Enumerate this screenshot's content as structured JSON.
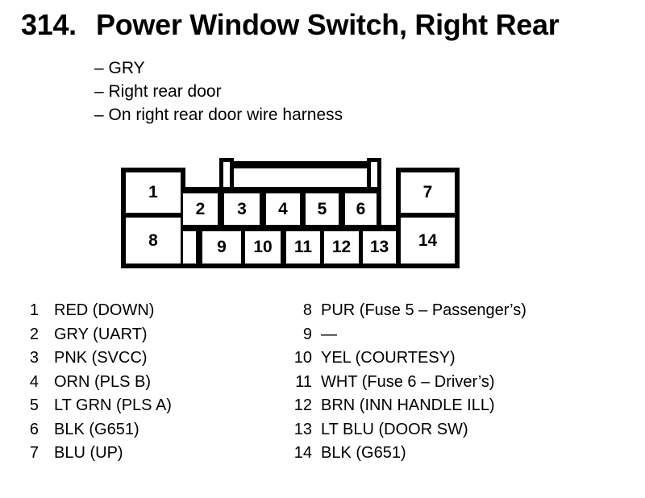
{
  "colors": {
    "ink": "#000000",
    "paper": "#ffffff"
  },
  "header": {
    "number": "314.",
    "title": "Power Window Switch, Right Rear"
  },
  "notes": [
    "– GRY",
    "– Right rear door",
    "– On right rear door wire harness"
  ],
  "connector": {
    "pins": {
      "p1": "1",
      "p2": "2",
      "p3": "3",
      "p4": "4",
      "p5": "5",
      "p6": "6",
      "p7": "7",
      "p8": "8",
      "p9": "9",
      "p10": "10",
      "p11": "11",
      "p12": "12",
      "p13": "13",
      "p14": "14"
    }
  },
  "legend": {
    "left": [
      {
        "num": "1",
        "label": "RED (DOWN)"
      },
      {
        "num": "2",
        "label": "GRY (UART)"
      },
      {
        "num": "3",
        "label": "PNK (SVCC)"
      },
      {
        "num": "4",
        "label": "ORN (PLS B)"
      },
      {
        "num": "5",
        "label": "LT GRN (PLS A)"
      },
      {
        "num": "6",
        "label": "BLK (G651)"
      },
      {
        "num": "7",
        "label": "BLU (UP)"
      }
    ],
    "right": [
      {
        "num": "8",
        "label": "PUR (Fuse 5 – Passenger’s)"
      },
      {
        "num": "9",
        "label": "—"
      },
      {
        "num": "10",
        "label": "YEL (COURTESY)"
      },
      {
        "num": "11",
        "label": "WHT (Fuse 6 – Driver’s)"
      },
      {
        "num": "12",
        "label": "BRN (INN HANDLE ILL)"
      },
      {
        "num": "13",
        "label": "LT BLU (DOOR SW)"
      },
      {
        "num": "14",
        "label": "BLK (G651)"
      }
    ]
  }
}
